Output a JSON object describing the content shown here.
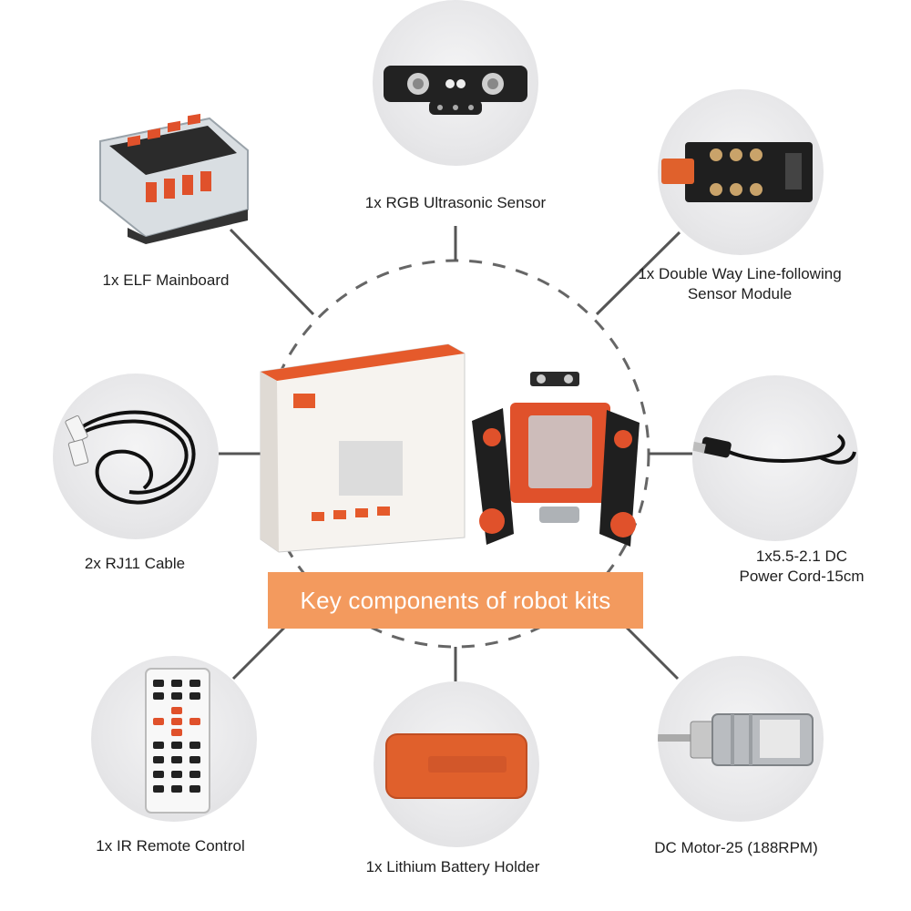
{
  "center_label": "Key components of robot kits",
  "components": {
    "ultrasonic": {
      "caption": "1x RGB Ultrasonic Sensor",
      "icon": "ultrasonic-sensor-icon"
    },
    "mainboard": {
      "caption": "1x ELF Mainboard",
      "icon": "mainboard-icon"
    },
    "line_follow": {
      "caption_line1": "1x Double Way Line-following",
      "caption_line2": "Sensor Module",
      "icon": "line-sensor-icon"
    },
    "rj11": {
      "caption": "2x RJ11 Cable",
      "icon": "cable-icon"
    },
    "power_cord": {
      "caption_line1": "1x5.5-2.1 DC",
      "caption_line2": "Power Cord-15cm",
      "icon": "power-cord-icon"
    },
    "remote": {
      "caption": "1x IR Remote Control",
      "icon": "remote-icon"
    },
    "battery": {
      "caption": "1x Lithium Battery Holder",
      "icon": "battery-icon"
    },
    "motor": {
      "caption": "DC Motor-25 (188RPM)",
      "icon": "motor-icon"
    }
  },
  "colors": {
    "accent_orange": "#f39a5e",
    "robot_orange": "#e0512b",
    "bubble_grey": "#e7e7e9",
    "line_grey": "#555555"
  }
}
